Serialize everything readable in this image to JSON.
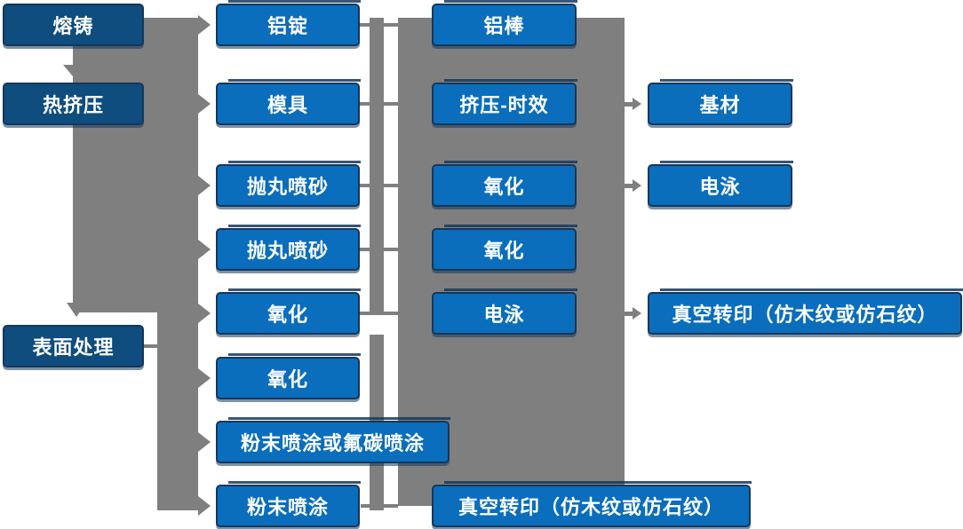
{
  "colors": {
    "dark-box": "#0e4d7d",
    "blue-box": "#0a6ebc",
    "connector": "#7f7f7f",
    "box-text": "#ffffff",
    "box-border": "#16375a"
  },
  "col1": [
    "熔铸",
    "热挤压",
    "表面处理"
  ],
  "col2": [
    "铝锭",
    "模具",
    "抛丸喷砂",
    "抛丸喷砂",
    "氧化",
    "氧化",
    "粉末喷涂或氟碳喷涂",
    "粉末喷涂"
  ],
  "col3": [
    "铝棒",
    "挤压-时效",
    "氧化",
    "氧化",
    "电泳",
    "真空转印（仿木纹或仿石纹）"
  ],
  "col4": [
    "基材",
    "电泳",
    "真空转印（仿木纹或仿石纹）"
  ]
}
